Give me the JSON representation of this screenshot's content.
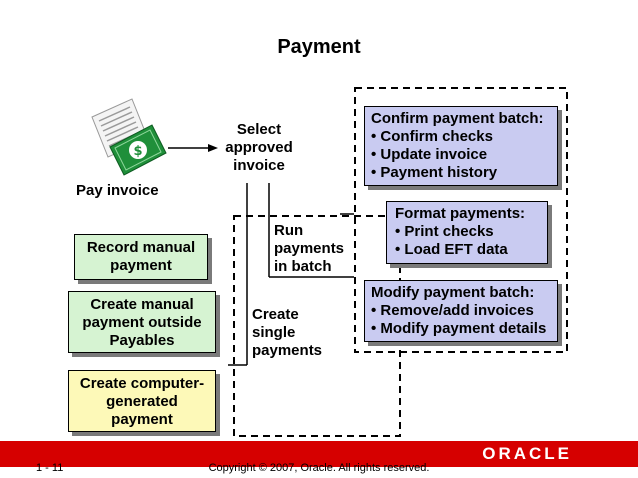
{
  "title": "Payment",
  "icon_label": "Pay invoice",
  "select_label": [
    "Select",
    "approved",
    "invoice"
  ],
  "run_label": [
    "Run",
    "payments",
    "in batch"
  ],
  "create_label": [
    "Create",
    "single",
    "payments"
  ],
  "boxes": {
    "record": [
      "Record manual",
      "payment"
    ],
    "outside": [
      "Create manual",
      "payment outside",
      "Payables"
    ],
    "computer": [
      "Create computer-",
      "generated",
      "payment"
    ],
    "confirm": [
      "Confirm payment batch:",
      "• Confirm checks",
      "• Update invoice",
      "• Payment history"
    ],
    "format": [
      "Format payments:",
      "• Print checks",
      "• Load EFT data"
    ],
    "modify": [
      "Modify payment batch:",
      "• Remove/add invoices",
      "• Modify payment details"
    ]
  },
  "footer": {
    "slide_number": "1 - 11",
    "copyright": "Copyright © 2007, Oracle. All rights reserved.",
    "logo": "ORACLE"
  },
  "colors": {
    "green_box": "#d6f3d2",
    "yellow_box": "#fdf9b8",
    "blue_box": "#c9cbf1",
    "footer_bar": "#d60000"
  },
  "icons": [
    "invoice-document-icon",
    "dollar-bill-icon"
  ]
}
